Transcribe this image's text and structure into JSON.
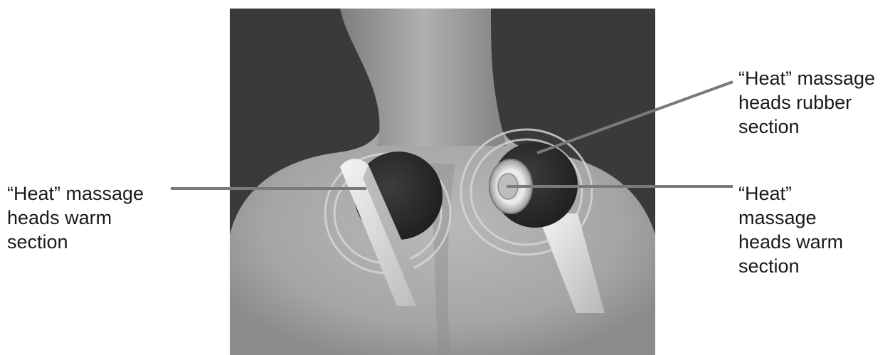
{
  "labels": {
    "left_warm": [
      "“Heat” massage",
      "heads warm",
      "section"
    ],
    "right_rubber": [
      "“Heat” massage",
      "heads rubber",
      "section"
    ],
    "right_warm": [
      "“Heat”",
      "massage",
      "heads warm",
      "section"
    ]
  },
  "colors": {
    "background": "#3a3a3a",
    "body": "#9a9a9a",
    "head": "#2b2b2b",
    "arm": "#dcdcdc",
    "leader": "#7a7a7a"
  }
}
